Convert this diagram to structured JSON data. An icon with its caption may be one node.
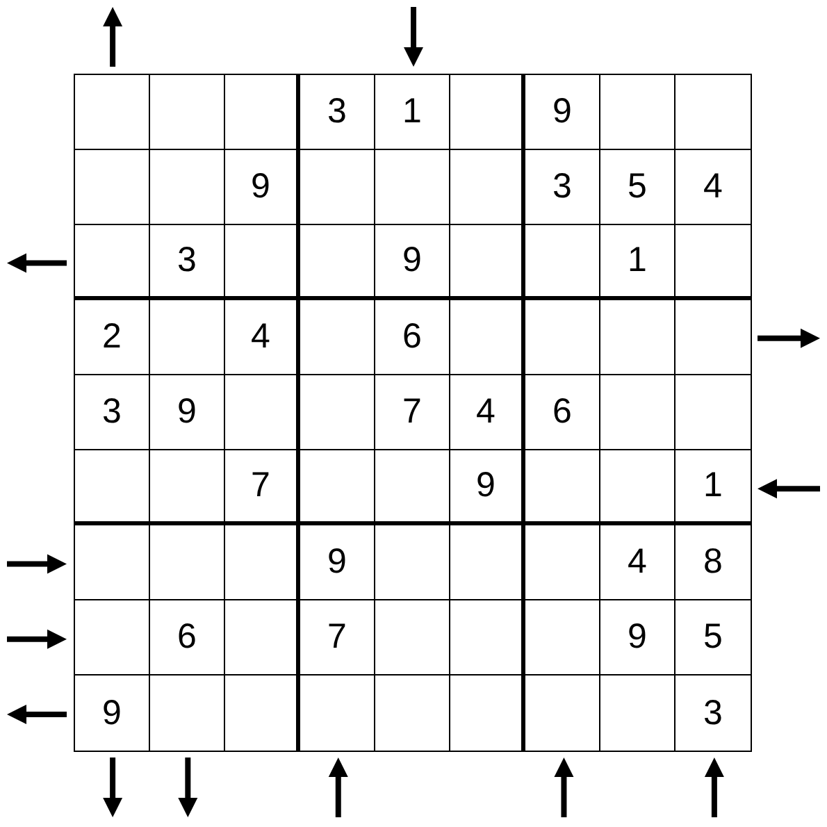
{
  "diagram": {
    "labels": [
      "3",
      "1",
      "9",
      "9",
      "3",
      "5",
      "4",
      "3",
      "9",
      "1",
      "2",
      "4",
      "6",
      "3",
      "9",
      "7",
      "4",
      "6",
      "7",
      "9",
      "1",
      "9",
      "4",
      "8",
      "6",
      "7",
      "9",
      "5",
      "9",
      "3"
    ]
  }
}
